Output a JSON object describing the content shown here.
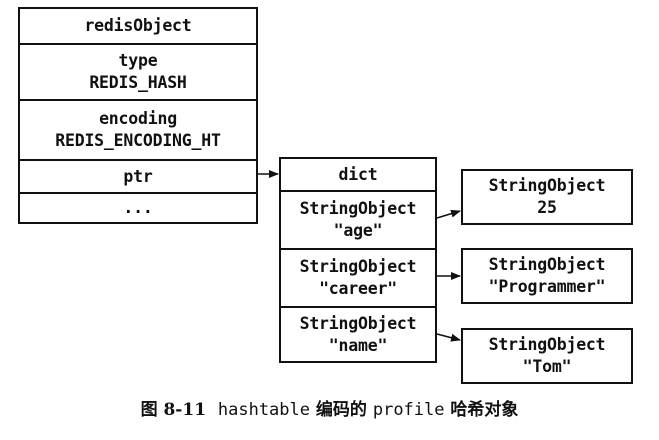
{
  "redisObject": {
    "title": "redisObject",
    "type_label": "type",
    "type_value": "REDIS_HASH",
    "encoding_label": "encoding",
    "encoding_value": "REDIS_ENCODING_HT",
    "ptr_label": "ptr",
    "more_label": "..."
  },
  "dict": {
    "title": "dict",
    "keys": [
      {
        "type": "StringObject",
        "value": "\"age\""
      },
      {
        "type": "StringObject",
        "value": "\"career\""
      },
      {
        "type": "StringObject",
        "value": "\"name\""
      }
    ]
  },
  "values": [
    {
      "type": "StringObject",
      "value": "25"
    },
    {
      "type": "StringObject",
      "value": "\"Programmer\""
    },
    {
      "type": "StringObject",
      "value": "\"Tom\""
    }
  ],
  "caption": {
    "prefix": "图 8-11",
    "code1": "hashtable",
    "middle": " 编码的 ",
    "code2": "profile",
    "suffix": " 哈希对象"
  }
}
